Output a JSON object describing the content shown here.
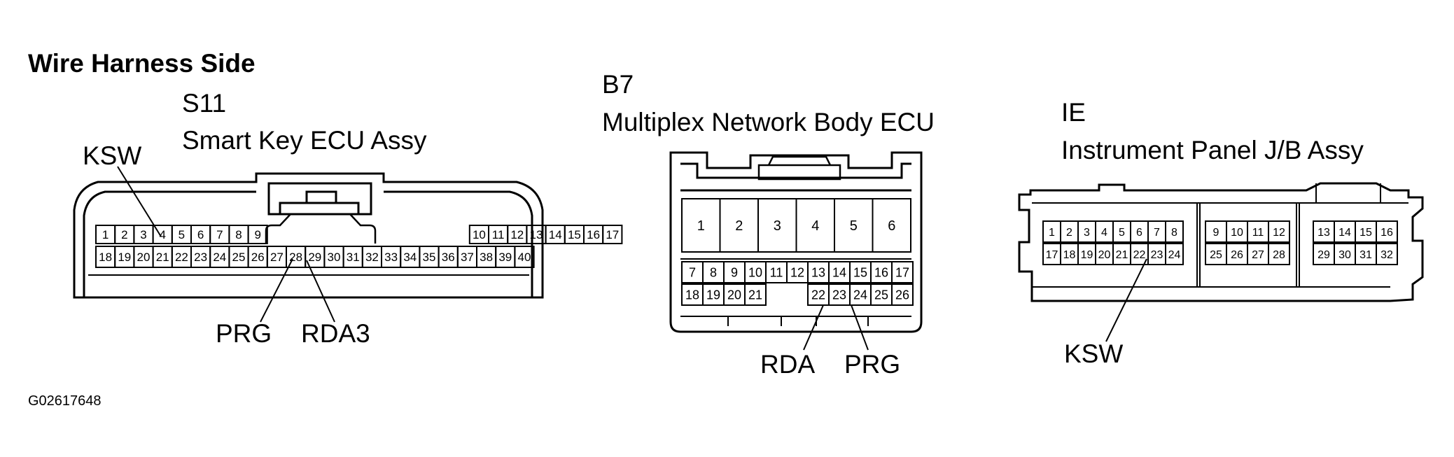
{
  "heading": "Wire Harness Side",
  "figure_id": "G02617648",
  "connectors": {
    "s11": {
      "code": "S11",
      "name": "Smart Key ECU Assy",
      "row1": [
        "1",
        "2",
        "3",
        "4",
        "5",
        "6",
        "7",
        "8",
        "9",
        "10",
        "11",
        "12",
        "13",
        "14",
        "15",
        "16",
        "17"
      ],
      "row2": [
        "18",
        "19",
        "20",
        "21",
        "22",
        "23",
        "24",
        "25",
        "26",
        "27",
        "28",
        "29",
        "30",
        "31",
        "32",
        "33",
        "34",
        "35",
        "36",
        "37",
        "38",
        "39",
        "40"
      ],
      "callouts": {
        "ksw": "KSW",
        "prg": "PRG",
        "rda3": "RDA3"
      }
    },
    "b7": {
      "code": "B7",
      "name": "Multiplex Network Body ECU",
      "large": [
        "1",
        "2",
        "3",
        "4",
        "5",
        "6"
      ],
      "row1": [
        "7",
        "8",
        "9",
        "10",
        "11",
        "12",
        "13",
        "14",
        "15",
        "16",
        "17"
      ],
      "row2a": [
        "18",
        "19",
        "20",
        "21"
      ],
      "row2b": [
        "22",
        "23",
        "24",
        "25",
        "26"
      ],
      "callouts": {
        "rda": "RDA",
        "prg": "PRG"
      }
    },
    "ie": {
      "code": "IE",
      "name": "Instrument Panel J/B Assy",
      "left_row1": [
        "1",
        "2",
        "3",
        "4",
        "5",
        "6",
        "7",
        "8"
      ],
      "left_row2": [
        "17",
        "18",
        "19",
        "20",
        "21",
        "22",
        "23",
        "24"
      ],
      "mid_row1": [
        "9",
        "10",
        "11",
        "12"
      ],
      "mid_row2": [
        "25",
        "26",
        "27",
        "28"
      ],
      "right_row1": [
        "13",
        "14",
        "15",
        "16"
      ],
      "right_row2": [
        "29",
        "30",
        "31",
        "32"
      ],
      "callouts": {
        "ksw": "KSW"
      }
    }
  }
}
